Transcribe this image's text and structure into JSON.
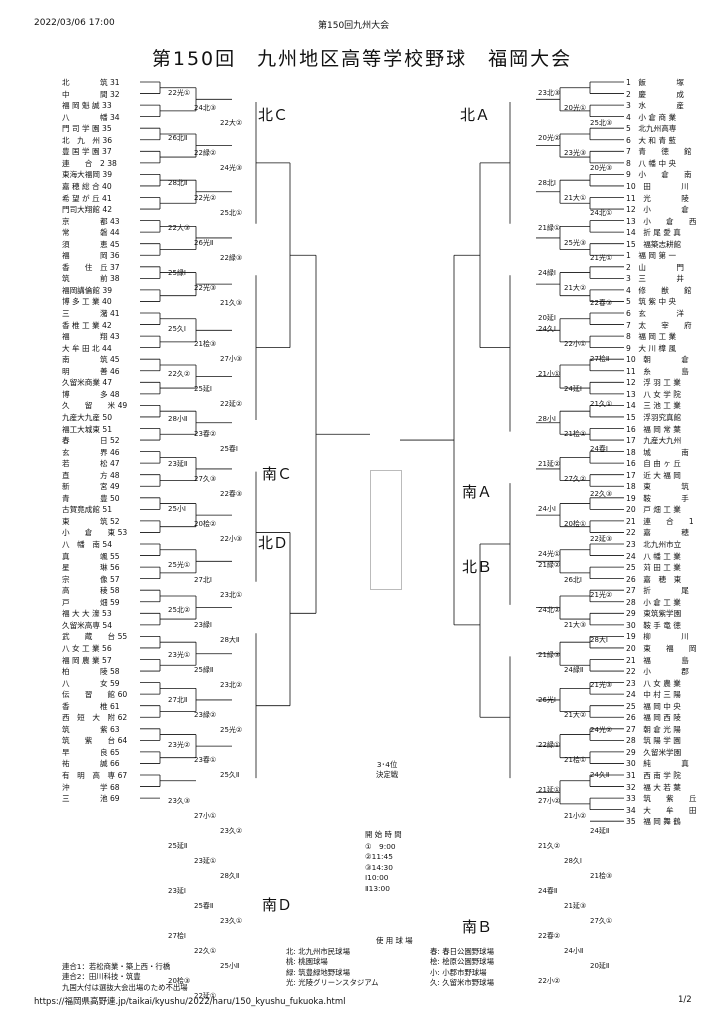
{
  "header": {
    "datetime": "2022/03/06 17:00",
    "center": "第150回九州大会"
  },
  "title": "第150回　九州地区高等学校野球　福岡大会",
  "regions": [
    "北Ａ",
    "南Ａ",
    "北Ｂ",
    "南Ｂ",
    "北Ｃ",
    "南Ｃ",
    "北Ｄ",
    "南Ｄ"
  ],
  "left_teams": [
    "北　　　　筑 31",
    "中　　　　間 32",
    "福 岡 魁 誠 33",
    "八　　　　幡 34",
    "門 司 学 園 35",
    "北　九　州 36",
    "豊 国 学 園 37",
    "連　　合　2 38",
    "東海大福岡 39",
    "嘉 穂 総 合 40",
    "希 望 が 丘 41",
    "門司大翔館 42",
    "京　　　　都 43",
    "常　　　　磐 44",
    "須　　　　恵 45",
    "福　　　　岡 36",
    "香　　住　丘 37",
    "筑　　　　前 38",
    "福岡講倫館 39",
    "博 多 工 業 40",
    "三　　　　潴 41",
    "香 椎 工 業 42",
    "福　　　　翔 43",
    "大 牟 田 北 44",
    "南　　　　筑 45",
    "明　　　　善 46",
    "久留米商業 47",
    "博　　　　多 48",
    "久　　留　　米 49",
    "九産大九産 50",
    "福工大城東 51",
    "春　　　　日 52",
    "玄　　　　界 46",
    "若　　　　松 47",
    "直　　　　方 48",
    "新　　　　宮 49",
    "青　　　　豊 50",
    "古賀竟成館 51",
    "東　　　　筑 52",
    "小　　倉　　東 53",
    "八　幡　南 54",
    "真　　　　颯 55",
    "星　　　　琳 56",
    "宗　　　　像 57",
    "高　　　　稜 58",
    "戸　　　　畑 59",
    "福 大 大 濠 53",
    "久留米高専 54",
    "武　　蔵　　台 55",
    "八 女 工 業 56",
    "福 岡 農 業 57",
    "柏　　　　陵 58",
    "八　　　　女 59",
    "伝　　習　　館 60",
    "香　　　　椎 61",
    "西　短　大　附 62",
    "筑　　　　紫 63",
    "筑　　紫　　台 64",
    "早　　　　良 65",
    "祐　　　　誠 66",
    "有　明　高　専 67",
    "沖　　　　学 68",
    "三　　　　池 69"
  ],
  "right_teams": [
    "1　飯　　　　塚",
    "2　慶　　　　成",
    "3　水　　　　産",
    "4　小 倉 商 業",
    "5　北九州高専",
    "6　大 和 青 藍",
    "7　青　　徳　　館",
    "8　八 幡 中 央",
    "9　小　　倉　　南",
    "10　田　　　　川",
    "11　光　　　　陵",
    "12　小　　　　倉",
    "13　小　　倉　　西",
    "14　折 尾 愛 真",
    "15　福築志耕館",
    "1　福 岡 第 一",
    "2　山　　　　門",
    "3　三　　　　井",
    "4　修　　猷　　館",
    "5　筑 紫 中 央",
    "6　玄　　　　洋",
    "7　太　　宰　　府",
    "8　福 岡 工 業",
    "9　大 川 樟 風",
    "10　朝　　　　倉",
    "11　糸　　　　島",
    "12　浮 羽 工 業",
    "13　八 女 学 院",
    "14　三 池 工 業",
    "15　浮羽究真館",
    "16　福 岡 常 葉",
    "17　九産大九州",
    "18　城　　　　南",
    "16　自 由 ヶ 丘",
    "17　近 大 福 岡",
    "18　東　　　　筑",
    "19　鞍　　　　手",
    "20　戸 畑 工 業",
    "21　連　　合　　1",
    "22　嘉　　　　穂",
    "23　北九州市立",
    "24　八 幡 工 業",
    "25　苅 田 工 業",
    "26　嘉　穂　東",
    "27　折　　　　尾",
    "28　小 倉 工 業",
    "29　東筑紫学園",
    "30　鞍 手 竜 徳",
    "19　柳　　　　川",
    "20　東　　福　　岡",
    "21　福　　　　島",
    "22　小　　　　郡",
    "23　八 女 農 業",
    "24　中 村 三 陽",
    "25　福 岡 中 央",
    "26　福 岡 西 陵",
    "27　朝 倉 光 陽",
    "28　筑 陽 学 園",
    "29　久留米学園",
    "30　純　　　　真",
    "31　西 南 学 院",
    "32　福 大 若 葉",
    "33　筑　　紫　　丘",
    "34　大　　牟　　田",
    "35　福 岡 舞 鶴"
  ],
  "left_scores": [
    "22光①",
    "24北③",
    "22大②",
    "26北Ⅱ",
    "22緑②",
    "24光③",
    "28北Ⅱ",
    "22光②",
    "25北①",
    "22大③",
    "26光Ⅱ",
    "22緑③",
    "25緑Ⅰ",
    "22光③",
    "21久③",
    "25久Ⅰ",
    "21桧③",
    "27小③",
    "22久②",
    "25延Ⅰ",
    "22延②",
    "28小Ⅱ",
    "23春②",
    "25春Ⅰ",
    "23延Ⅱ",
    "27久③",
    "22春③",
    "25小Ⅰ",
    "20桧②",
    "22小③",
    "25光①",
    "27北Ⅰ",
    "23北①",
    "25北②",
    "23緑Ⅰ",
    "28大Ⅱ",
    "23光①",
    "25緑Ⅱ",
    "23北②",
    "27北Ⅱ",
    "23緑②",
    "25光②",
    "23光②",
    "23春①",
    "25久Ⅱ",
    "23久③",
    "27小①",
    "23久②",
    "25延Ⅱ",
    "23延①",
    "28久Ⅱ",
    "23延Ⅰ",
    "25春Ⅱ",
    "23久①",
    "27桧Ⅰ",
    "22久①",
    "25小Ⅱ",
    "20桧③",
    "22延①"
  ],
  "right_scores": [
    "23北③",
    "20光①",
    "25北③",
    "20光②",
    "23光③",
    "20光③",
    "28北Ⅰ",
    "21大①",
    "24北①",
    "21緑①",
    "25光③",
    "21光①",
    "24緑Ⅰ",
    "21大②",
    "22春③",
    "20延Ⅰ",
    "24久Ⅰ",
    "22小①",
    "27桧Ⅱ",
    "21小①",
    "24延Ⅰ",
    "21久①",
    "28小Ⅰ",
    "21桧②",
    "24春Ⅰ",
    "21延②",
    "27久②",
    "22久③",
    "24小Ⅰ",
    "20桧①",
    "22延③",
    "24光①",
    "21緑②",
    "26北Ⅰ",
    "21光②",
    "24北②",
    "21大③",
    "28大Ⅰ",
    "21緑③",
    "24緑Ⅱ",
    "21光③",
    "26光Ⅰ",
    "21大②",
    "24光②",
    "22緑①",
    "21桧①",
    "24久Ⅱ",
    "21延①",
    "27小②",
    "21小②",
    "24延Ⅱ",
    "21久②",
    "28久Ⅰ",
    "21桧③",
    "24春Ⅱ",
    "21延③",
    "27久①",
    "22春②",
    "24小Ⅱ",
    "20延Ⅱ",
    "22小②"
  ],
  "third_place": "3･4位\n決定戦",
  "start_times": {
    "title": "開 始 時 間",
    "rows": [
      "①　9:00",
      "②11:45",
      "③14:30",
      "Ⅰ10:00",
      "Ⅱ13:00"
    ]
  },
  "venues": {
    "title": "使 用 球 場",
    "rows": [
      "北: 北九州市民球場",
      "桃: 桃園球場",
      "緑: 筑豊緑地野球場",
      "光: 光陵グリーンスタジアム"
    ],
    "rows2": [
      "春: 春日公園野球場",
      "桧: 桧原公園野球場",
      "小: 小郡市野球場",
      "久: 久留米市野球場"
    ]
  },
  "notes": [
    "連合1：若松商業・築上西・行橋",
    "連合2：田川科技・筑豊",
    "九国大付は選抜大会出場のため不出場"
  ],
  "footer": {
    "url": "https://福岡県高野連.jp/taikai/kyushu/2022/haru/150_kyushu_fukuoka.html",
    "page": "1/2"
  }
}
